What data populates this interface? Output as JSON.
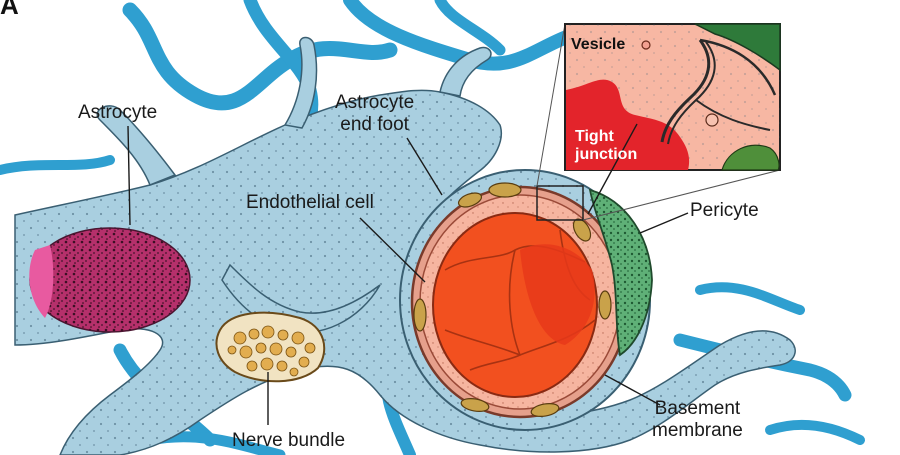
{
  "panel_letter": "A",
  "labels": {
    "astrocyte": "Astrocyte",
    "astrocyte_end_foot": [
      "Astrocyte",
      "end foot"
    ],
    "endothelial_cell": "Endothelial cell",
    "pericyte": "Pericyte",
    "basement_membrane": [
      "Basement",
      "membrane"
    ],
    "nerve_bundle": "Nerve bundle"
  },
  "inset": {
    "vesicle": "Vesicle",
    "tight_junction": [
      "Tight",
      "junction"
    ]
  },
  "colors": {
    "astrocyte_process": "#a9cfe0",
    "blue_vessel": "#2f9fd0",
    "endothelium": "#f3a08a",
    "lumen": "#f2501f",
    "nucleus": "#b0336b",
    "pericyte": "#4aa066",
    "nerve": "#e6b860"
  }
}
